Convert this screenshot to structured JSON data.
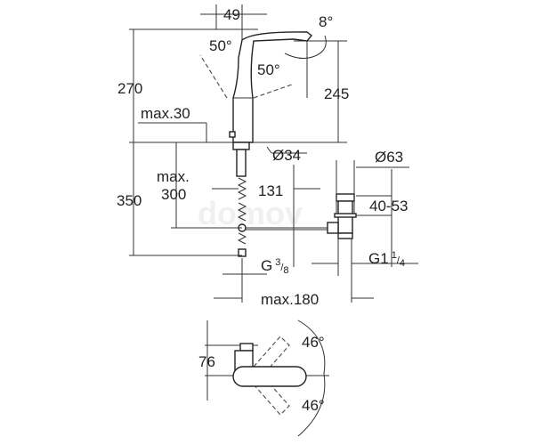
{
  "watermark": "domov",
  "dimensions": {
    "top_width": "49",
    "spout_angle": "8°",
    "swivel_left": "50°",
    "swivel_right": "50°",
    "total_height": "270",
    "spout_height": "245",
    "max_deck": "max.30",
    "hole_diameter": "Ø34",
    "drain_diameter": "Ø63",
    "below_height": "350",
    "max_hose_label": "max.",
    "max_hose_value": "300",
    "offset": "131",
    "drain_range": "40-53",
    "inlet_thread_main": "G",
    "inlet_thread_num": "3",
    "inlet_thread_den": "8",
    "drain_thread_main": "G1",
    "drain_thread_num": "1",
    "drain_thread_den": "4",
    "max_reach": "max.180",
    "lever_height": "76",
    "lever_up": "46°",
    "lever_down": "46°"
  }
}
